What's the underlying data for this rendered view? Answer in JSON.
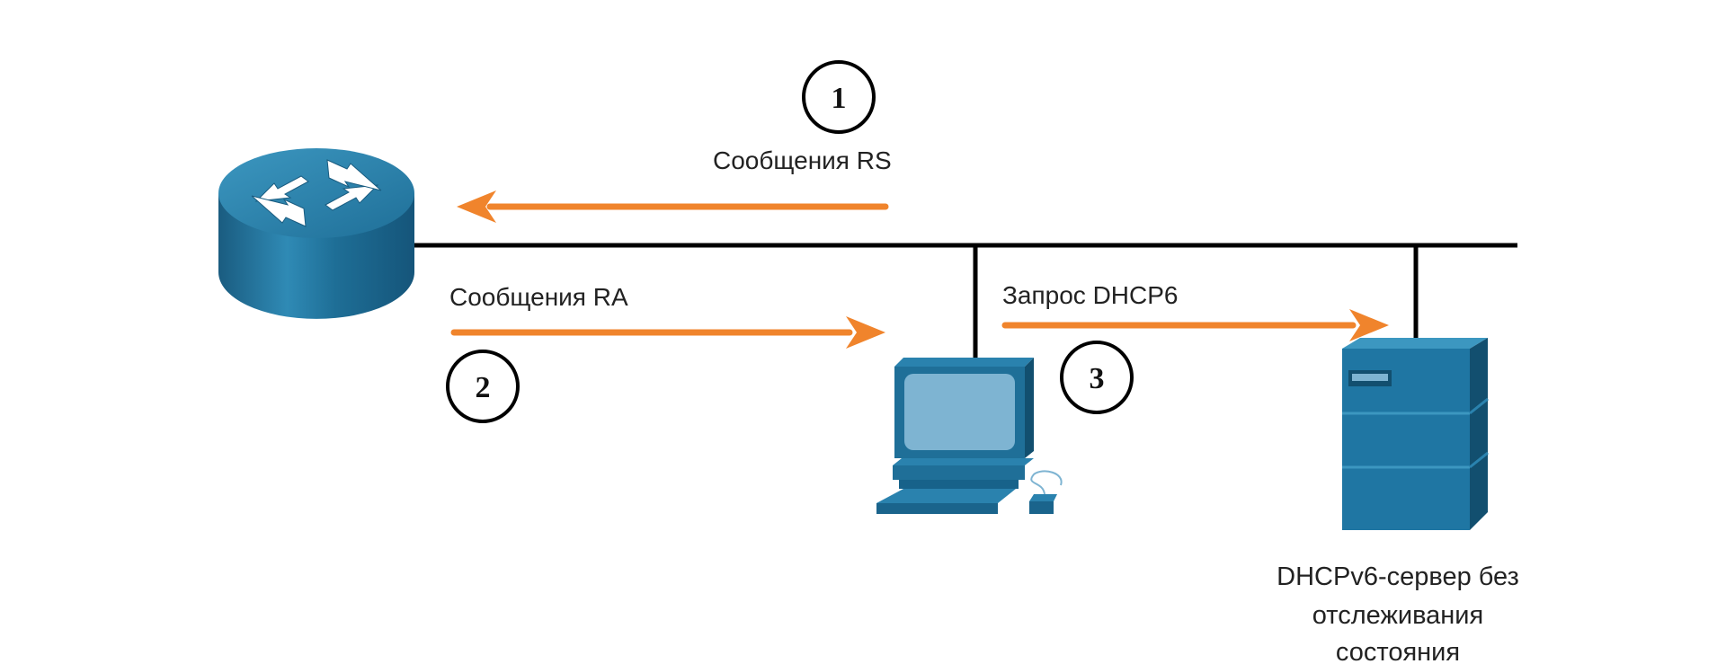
{
  "colors": {
    "arrow": "#F0842C",
    "device_blue": "#1F6F98",
    "device_dark": "#124F6F",
    "screen": "#7EB4D2",
    "line": "#000000"
  },
  "steps": [
    {
      "number": "1",
      "label": "Сообщения RS"
    },
    {
      "number": "2",
      "label": "Сообщения RA"
    },
    {
      "number": "3",
      "label": "Запрос DHCP6"
    }
  ],
  "devices": {
    "router": {
      "icon": "router-icon"
    },
    "host": {
      "icon": "workstation-icon"
    },
    "server": {
      "icon": "server-icon",
      "label_lines": [
        "DHCPv6-сервер без",
        "отслеживания",
        "состояния"
      ]
    }
  }
}
